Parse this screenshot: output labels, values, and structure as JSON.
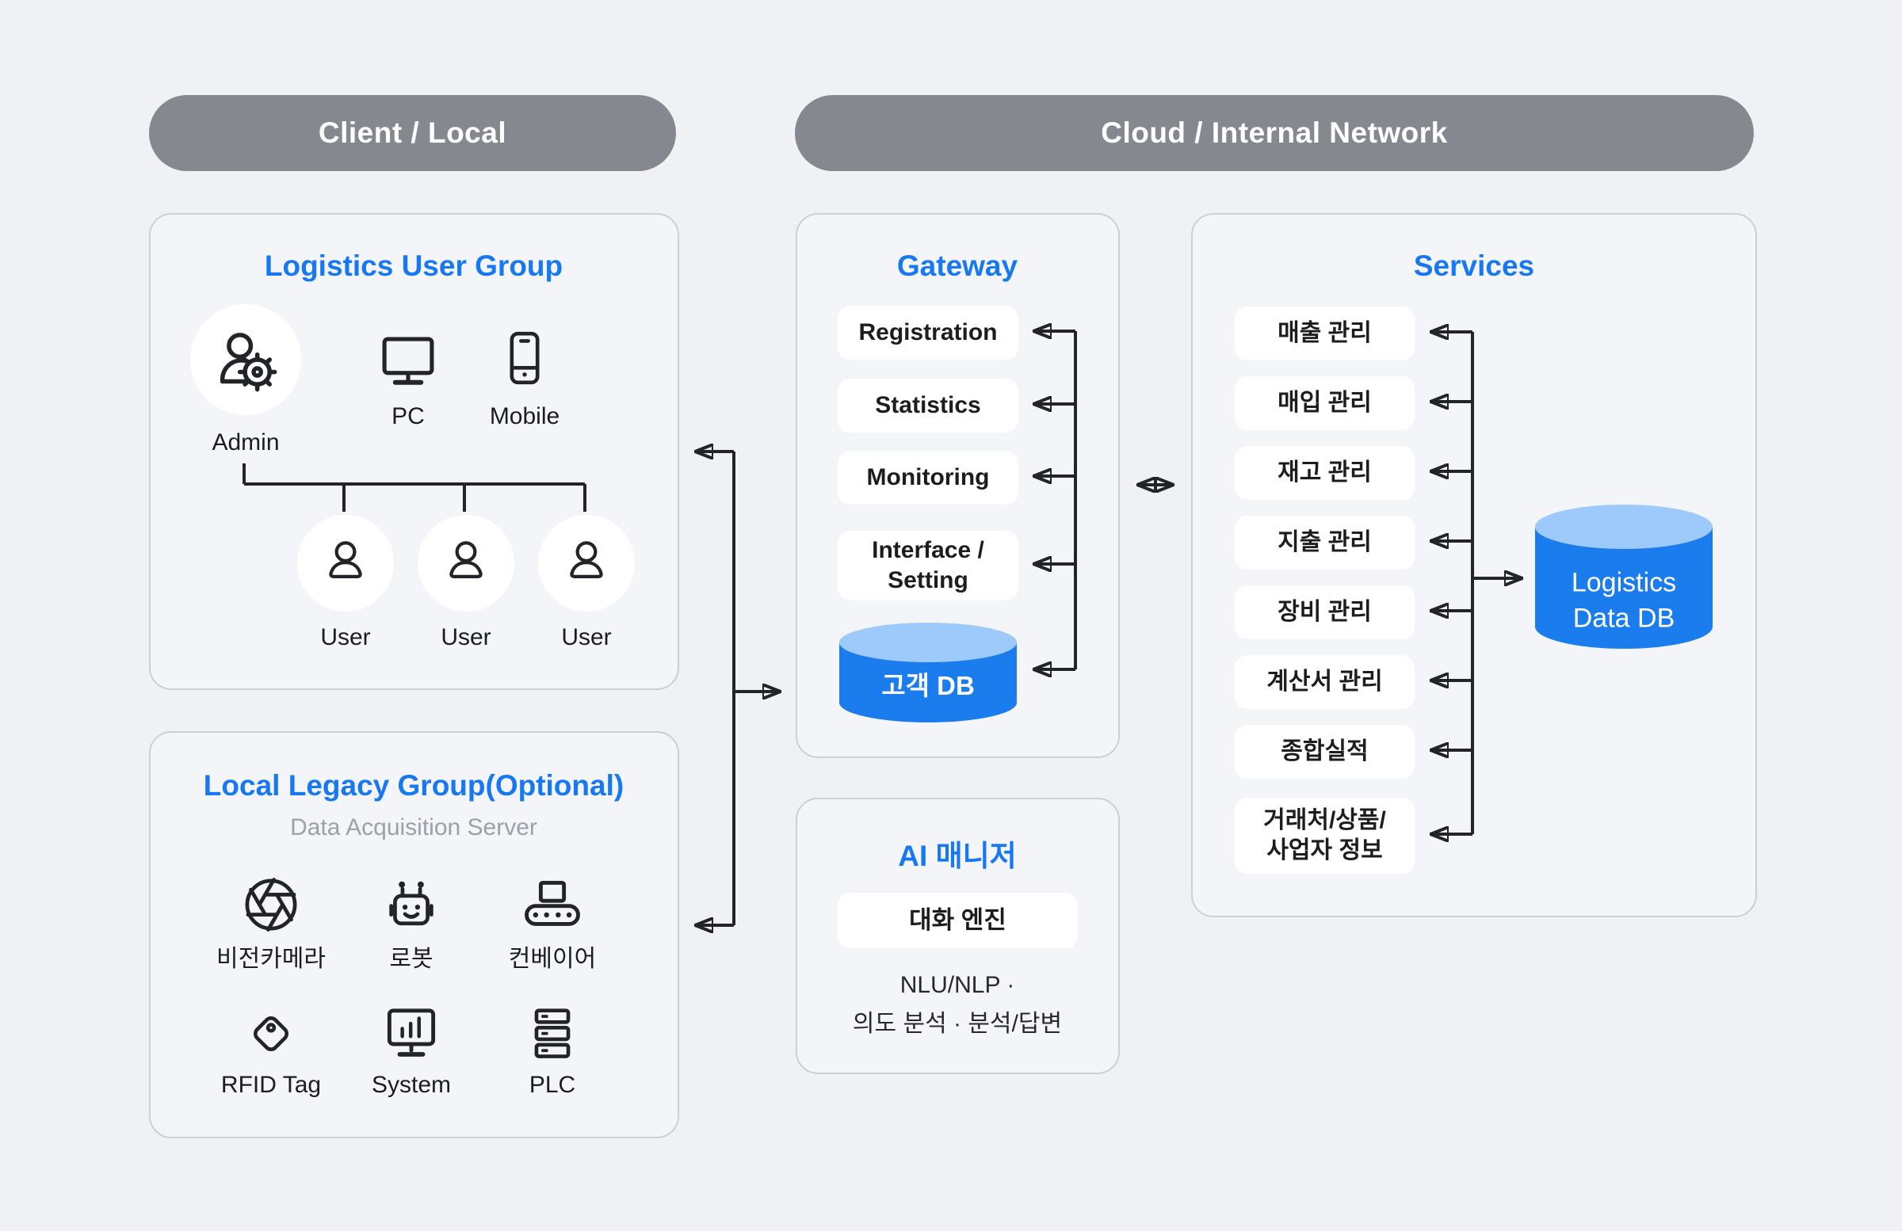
{
  "colors": {
    "background": "#EFF1F4",
    "panel_fill": "#F4F5F8",
    "panel_border": "#CBCFD6",
    "accent_blue": "#1778F1",
    "db_body_blue": "#1B7CEE",
    "db_top_blue": "#9DCAFB",
    "header_pill_gray": "#85898F",
    "text_dark": "#1B1D20",
    "text_gray": "#9CA1A9",
    "line_dark": "#212428"
  },
  "headers": {
    "client_local": "Client / Local",
    "cloud_internal": "Cloud / Internal Network"
  },
  "logistics_user_group": {
    "title": "Logistics User Group",
    "admin": {
      "label": "Admin",
      "icon": "admin-gear-icon"
    },
    "devices": [
      {
        "label": "PC",
        "icon": "pc-icon"
      },
      {
        "label": "Mobile",
        "icon": "mobile-icon"
      }
    ],
    "users": [
      {
        "label": "User",
        "icon": "user-icon"
      },
      {
        "label": "User",
        "icon": "user-icon"
      },
      {
        "label": "User",
        "icon": "user-icon"
      }
    ]
  },
  "local_legacy_group": {
    "title": "Local Legacy Group(Optional)",
    "subtitle": "Data Acquisition Server",
    "devices": [
      {
        "label": "비전카메라",
        "icon": "vision-camera-icon"
      },
      {
        "label": "로봇",
        "icon": "robot-icon"
      },
      {
        "label": "컨베이어",
        "icon": "conveyor-icon"
      },
      {
        "label": "RFID Tag",
        "icon": "rfid-tag-icon"
      },
      {
        "label": "System",
        "icon": "system-monitor-icon"
      },
      {
        "label": "PLC",
        "icon": "plc-icon"
      }
    ]
  },
  "gateway": {
    "title": "Gateway",
    "items": [
      {
        "label": "Registration"
      },
      {
        "label": "Statistics"
      },
      {
        "label": "Monitoring"
      },
      {
        "lines": [
          "Interface /",
          "Setting"
        ]
      }
    ],
    "db": {
      "label": "고객 DB"
    }
  },
  "ai_manager": {
    "title": "AI 매니저",
    "engine_label": "대화 엔진",
    "description_lines": [
      "NLU/NLP ·",
      "의도 분석 · 분석/답변"
    ]
  },
  "services": {
    "title": "Services",
    "items": [
      {
        "label": "매출 관리"
      },
      {
        "label": "매입 관리"
      },
      {
        "label": "재고 관리"
      },
      {
        "label": "지출 관리"
      },
      {
        "label": "장비 관리"
      },
      {
        "label": "계산서 관리"
      },
      {
        "label": "종합실적"
      },
      {
        "lines": [
          "거래처/상품/",
          "사업자 정보"
        ]
      }
    ],
    "db": {
      "lines": [
        "Logistics",
        "Data DB"
      ]
    }
  }
}
